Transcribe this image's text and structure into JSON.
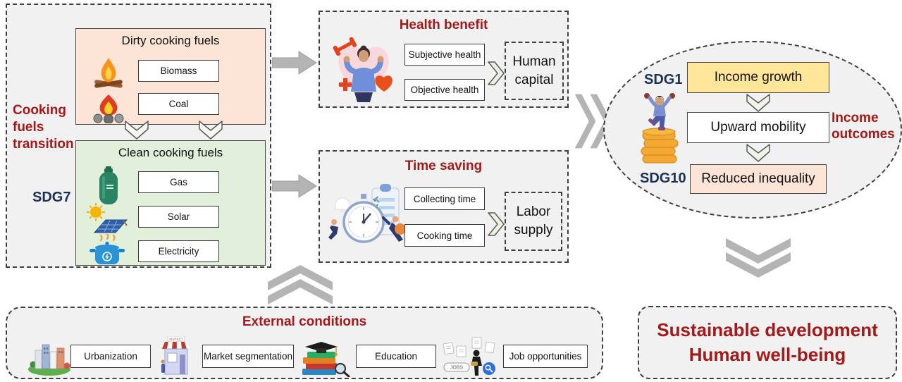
{
  "colors": {
    "accent_red": "#a41919",
    "accent_navy": "#1b3156",
    "dirty_fuel_fill": "#fce4d6",
    "clean_fuel_fill": "#e2efda",
    "income_growth_fill": "#ffe699",
    "reduced_inequality_fill": "#fce4d6",
    "panel_fill": "#f1f1f1",
    "arrow_gray": "#b4b4b4"
  },
  "left_panel": {
    "side_label": "Cooking fuels transition",
    "sdg_label": "SDG7",
    "dirty": {
      "title": "Dirty cooking fuels",
      "items": [
        "Biomass",
        "Coal"
      ]
    },
    "clean": {
      "title": "Clean cooking fuels",
      "items": [
        "Gas",
        "Solar",
        "Electricity"
      ]
    }
  },
  "health_panel": {
    "title": "Health benefit",
    "items": [
      "Subjective health",
      "Objective health"
    ],
    "outcome": "Human capital"
  },
  "time_panel": {
    "title": "Time saving",
    "items": [
      "Collecting time",
      "Cooking time"
    ],
    "outcome": "Labor supply"
  },
  "income_ellipse": {
    "sdg_top": "SDG1",
    "sdg_bottom": "SDG10",
    "side_label": "Income outcomes",
    "steps": [
      "Income growth",
      "Upward mobility",
      "Reduced inequality"
    ]
  },
  "external_panel": {
    "title": "External conditions",
    "items": [
      "Urbanization",
      "Market segmentation",
      "Education",
      "Job opportunities"
    ]
  },
  "goal_box": {
    "line1": "Sustainable development",
    "line2": "Human well-being"
  }
}
